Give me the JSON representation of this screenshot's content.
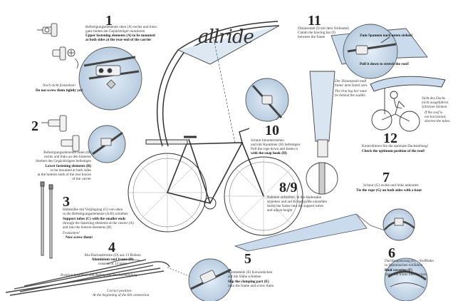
{
  "brand": "allride",
  "steps": [
    {
      "id": "1",
      "number": "1",
      "de": [
        "Befestigungselemente oben (A) rechts und links",
        "ganz hinten am Gepäckträger montieren"
      ],
      "en": [
        "Upper fastening elements (A) to be mounted",
        "at both sides at the rear-end of the carrier"
      ],
      "warn_de": "Noch nicht festziehen!",
      "warn_en": "Do not screw them tightly yet!"
    },
    {
      "id": "2",
      "number": "2",
      "de": [
        "Befestigungselemente unten (B)",
        "rechts und links an den hinteren",
        "Streben des Gepäckträgers befestigen"
      ],
      "en": [
        "Lower fastening elements (B)",
        "to be mounted at both sides",
        "at the bottom ends of the rear braces",
        "of the carrier"
      ]
    },
    {
      "id": "3",
      "number": "3",
      "de": [
        "Haltestäbe mit Verjüngung (C) von oben",
        "in die Befestigungselemente (A/B) schieben"
      ],
      "en": [
        "Support tubes (C) with the smaller ends",
        "through the fastening elements at the carrier (A)",
        "and into the bottom elements (B)"
      ],
      "warn_de": "Festziehen!",
      "warn_en": "Now screw them!"
    },
    {
      "id": "4",
      "number": "4",
      "de": [
        "Alu-Dachstabrohre (D) aus 13 Rohren"
      ],
      "en": [
        "Aluminium roof frame (D)",
        "consists of 13 tubes"
      ],
      "note_de": "Position beachten! Ein Anfang mit Steckverbindung",
      "note_en": [
        "Correct position:",
        "At the beginning of the 6th connection"
      ]
    },
    {
      "id": "5",
      "number": "5",
      "de": [
        "Klemmteile (E) Kreuzstücken",
        "auf die Stäbe schieben"
      ],
      "en": [
        "Slip the clamping part (E)",
        "onto the frame and screw them"
      ]
    },
    {
      "id": "6",
      "number": "6",
      "de": [
        "Dachbespannung (F) – Stoffbahn",
        "in Saumtaschen einfädeln"
      ],
      "en": [
        "Roof covering (F)",
        "insert the frame into the hem"
      ]
    },
    {
      "id": "7",
      "number": "7",
      "de": [
        "Schnur (G) rechts und links anknoten"
      ],
      "en": [
        "Tie the rope (G) on both sides with a knot"
      ]
    },
    {
      "id": "89",
      "number": "8/9",
      "de": [
        "Rahmen aufstellen, in die Haltestäbe",
        "schieben und auf Körpergröße einstellen"
      ],
      "en": [
        "Insert the frame into the support tubes",
        "and adjust height"
      ]
    },
    {
      "id": "10",
      "number": "10",
      "de": [
        "Schnur hinunterziehen",
        "und mit Karabiner (H) befestigen"
      ],
      "en": [
        "Pull the rope down and fasten it",
        "with the snap hook (H)"
      ]
    },
    {
      "id": "11",
      "number": "11",
      "de": [
        "Distanzstab (I) mit dem Vorbauteil",
        "Clamb the bracing bar (I)",
        "between the frame"
      ],
      "en": []
    },
    {
      "id": "12",
      "number": "12",
      "de": [
        "Kontrollieren Sie die optimale Dachstellung!"
      ],
      "en": [
        "Check the optimum position of the roof!"
      ]
    }
  ],
  "callouts": {
    "pull_de": "Zum Spannen nach unten ziehen!",
    "pull_en": "Pull it down to stretch the roof!",
    "brace_de": [
      "Der Distanzstab muß",
      "hinter dem Sattel sein."
    ],
    "brace_en": [
      "The bracing bar must",
      "be behind the saddle."
    ],
    "look_de": [
      "Sicht des Dachs",
      "nicht ausgefahren.",
      "Schirmer können."
    ],
    "look_en": [
      "If the roof is",
      "not horizontal,",
      "shorten the tubes."
    ]
  }
}
